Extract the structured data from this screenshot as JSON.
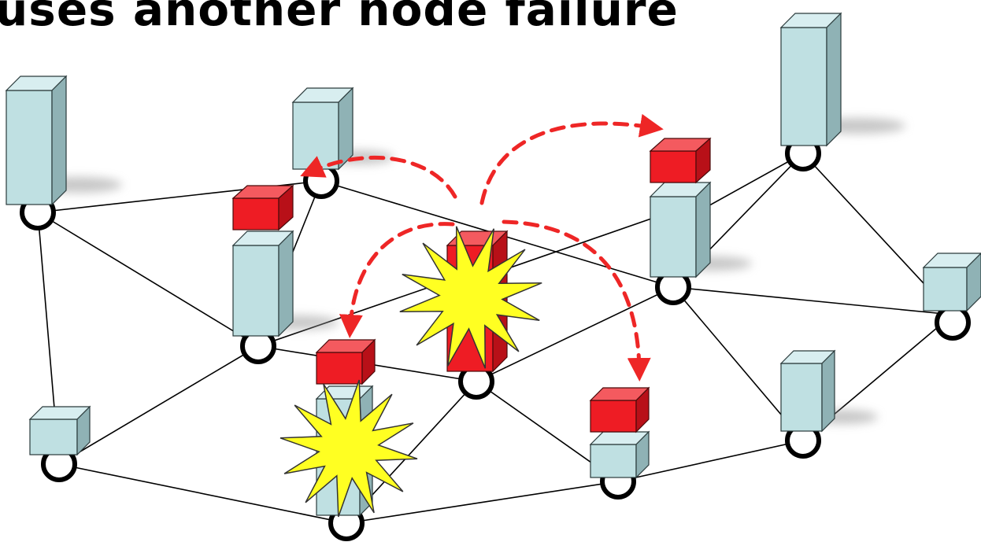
{
  "title": "uses another node failure",
  "colors": {
    "server_front": "#bfe0e2",
    "server_top": "#d8eef0",
    "server_side": "#8fb2b5",
    "task_front": "#ee1c24",
    "task_top": "#f45a5f",
    "task_side": "#b81018",
    "failure_burst": "#ffff22",
    "migration_arrow": "#ee2626",
    "link": "#000000"
  },
  "nodes": [
    {
      "id": "n1",
      "label": "server-tall-left"
    },
    {
      "id": "n2",
      "label": "server-top-center"
    },
    {
      "id": "n3",
      "label": "server-with-task-left"
    },
    {
      "id": "n4",
      "label": "failed-server-center"
    },
    {
      "id": "n5",
      "label": "server-with-task-right"
    },
    {
      "id": "n6",
      "label": "server-tall-right"
    },
    {
      "id": "n7",
      "label": "server-small-far-right"
    },
    {
      "id": "n8",
      "label": "server-small-bottom-left"
    },
    {
      "id": "n9",
      "label": "failed-server-bottom"
    },
    {
      "id": "n10",
      "label": "server-small-bottom-center"
    },
    {
      "id": "n11",
      "label": "server-bottom-right"
    }
  ],
  "failures": [
    "failed-server-center",
    "failed-server-bottom"
  ],
  "migrations": [
    {
      "from": "failed-server-center",
      "to": "server-top-center"
    },
    {
      "from": "failed-server-center",
      "to": "server-with-task-right"
    },
    {
      "from": "failed-server-center",
      "to": "server-with-task-left-lower"
    },
    {
      "from": "failed-server-center",
      "to": "server-small-bottom-center"
    }
  ]
}
